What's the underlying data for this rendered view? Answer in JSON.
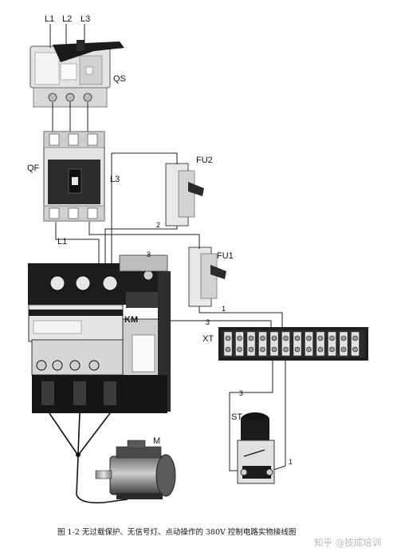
{
  "labels": {
    "L1_top": "L1",
    "L2_top": "L2",
    "L3_top": "L3",
    "QS": "QS",
    "QF": "QF",
    "L3_mid": "L3",
    "FU2": "FU2",
    "FU1": "FU1",
    "L1_mid": "L1",
    "KM": "KM",
    "XT": "XT",
    "ST": "ST",
    "M": "M",
    "wire_2": "2",
    "wire_3a": "3",
    "wire_1": "1",
    "wire_3b": "3",
    "wire_3c": "3",
    "wire_1b": "1"
  },
  "caption": "图 1-2   无过载保护、无信号灯、点动操作的 380V 控制电路实物接线图",
  "watermark": "知乎 @技成培训"
}
